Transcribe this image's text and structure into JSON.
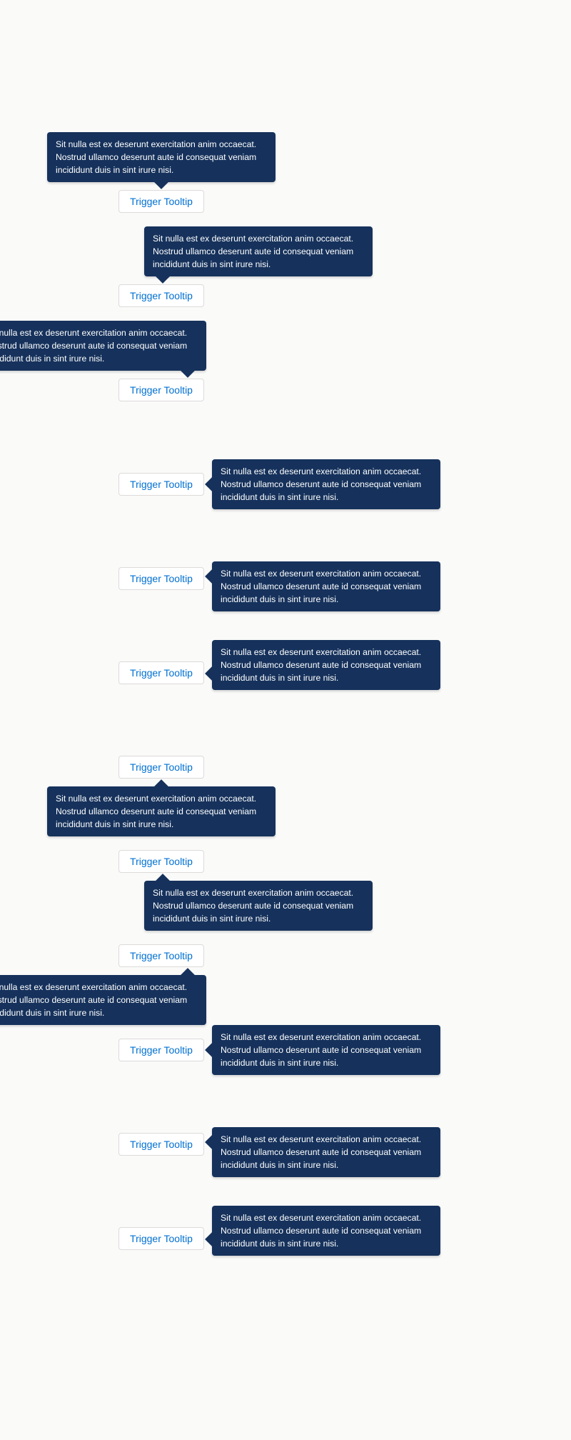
{
  "trigger_label": "Trigger Tooltip",
  "tooltip_text": "Sit nulla est ex deserunt exercitation anim occaecat. Nostrud ullamco deserunt aute id consequat veniam incididunt duis in sint irure nisi.",
  "tooltip_lines": [
    "Sit nulla est ex deserunt exercitation anim occaecat.",
    "Nostrud ullamco deserunt aute id consequat veniam",
    "incididunt duis in sint irure nisi."
  ],
  "colors": {
    "page_background": "#fafaf9",
    "tooltip_background": "#16325c",
    "tooltip_text": "#ffffff",
    "button_text": "#0070d2",
    "button_border": "#dddbda"
  },
  "examples": [
    {
      "placement": "top"
    },
    {
      "placement": "top-left"
    },
    {
      "placement": "top-right"
    },
    {
      "placement": "right"
    },
    {
      "placement": "right"
    },
    {
      "placement": "right"
    },
    {
      "placement": "bottom"
    },
    {
      "placement": "bottom-left"
    },
    {
      "placement": "bottom-right"
    },
    {
      "placement": "right"
    },
    {
      "placement": "right"
    },
    {
      "placement": "right"
    }
  ]
}
